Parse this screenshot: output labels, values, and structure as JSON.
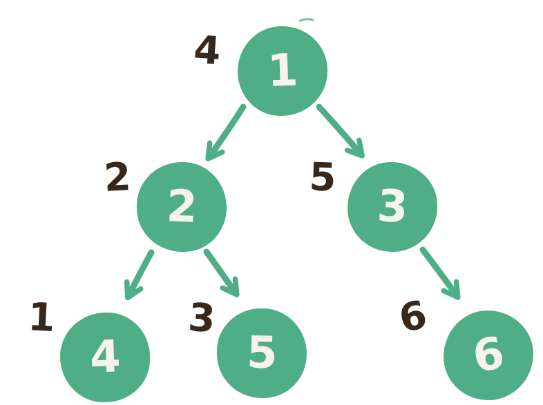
{
  "diagram": {
    "type": "binary-tree",
    "description": "Hand-drawn binary tree with in-order traversal position labels outside each node",
    "colors": {
      "node_fill": "#4FAE86",
      "node_text": "#F6F3EB",
      "order_label_text": "#38281C",
      "arrow": "#4FAE86",
      "background": "#ffffff"
    },
    "nodes": [
      {
        "id": "1",
        "value": "1",
        "order_label": "4"
      },
      {
        "id": "2",
        "value": "2",
        "order_label": "2"
      },
      {
        "id": "3",
        "value": "3",
        "order_label": "5"
      },
      {
        "id": "4",
        "value": "4",
        "order_label": "1"
      },
      {
        "id": "5",
        "value": "5",
        "order_label": "3"
      },
      {
        "id": "6",
        "value": "6",
        "order_label": "6"
      }
    ],
    "edges": [
      {
        "from": "1",
        "to": "2"
      },
      {
        "from": "1",
        "to": "3"
      },
      {
        "from": "2",
        "to": "4"
      },
      {
        "from": "2",
        "to": "5"
      },
      {
        "from": "3",
        "to": "6"
      }
    ]
  }
}
